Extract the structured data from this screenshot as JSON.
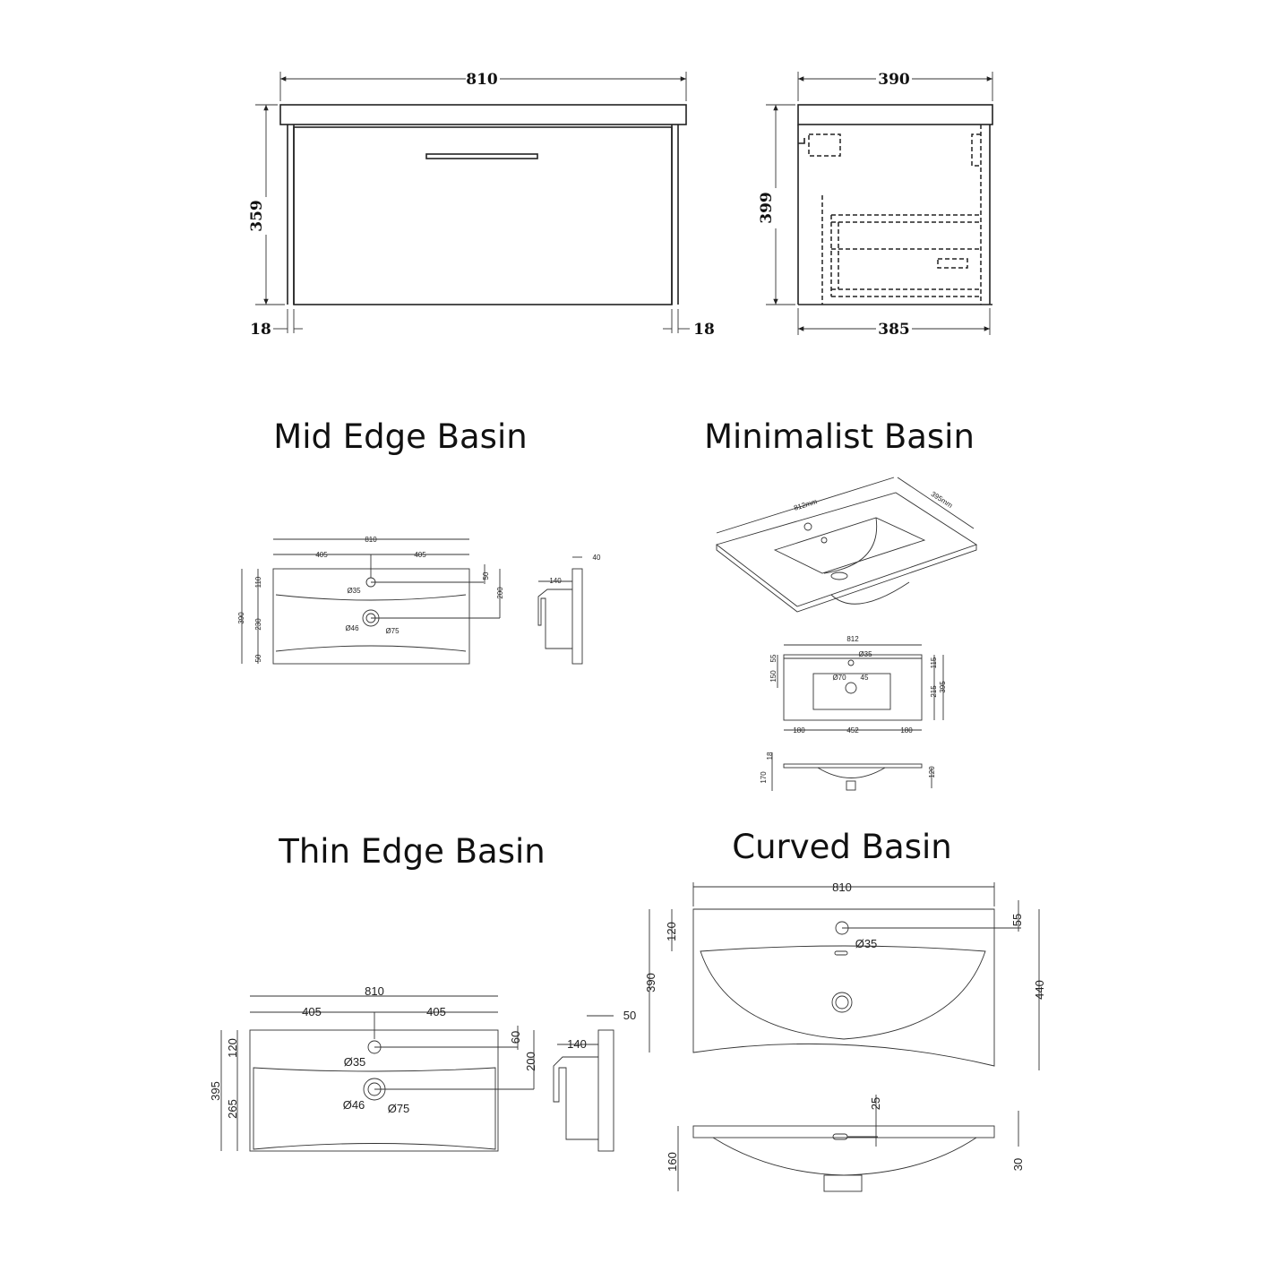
{
  "cabinet_front": {
    "width": "810",
    "height": "359",
    "leg_left": "18",
    "leg_right": "18"
  },
  "cabinet_side": {
    "depth_top": "390",
    "height": "399",
    "depth_bottom": "385"
  },
  "mid_edge": {
    "title": "Mid Edge Basin",
    "w": "810",
    "half_l": "405",
    "half_r": "405",
    "h": "390",
    "d110": "110",
    "d230": "230",
    "d50l": "50",
    "d50r": "50",
    "d200": "200",
    "tap": "Ø35",
    "waste_in": "Ø46",
    "waste_out": "Ø75",
    "side_depth": "140",
    "side_thk": "40"
  },
  "minimalist": {
    "title": "Minimalist Basin",
    "iso_w": "812mm",
    "iso_d": "395mm",
    "w": "812",
    "tap": "Ø35",
    "waste": "Ø70",
    "waste2": "45",
    "d55": "55",
    "d150": "150",
    "d115": "115",
    "d215": "215",
    "d395": "395",
    "b180l": "180",
    "b452": "452",
    "b180r": "180",
    "s18": "18",
    "s170": "170",
    "s120": "120"
  },
  "thin_edge": {
    "title": "Thin Edge Basin",
    "w": "810",
    "half_l": "405",
    "half_r": "405",
    "h": "395",
    "d120": "120",
    "d265": "265",
    "d60": "60",
    "d200": "200",
    "tap": "Ø35",
    "waste_in": "Ø46",
    "waste_out": "Ø75",
    "side_depth": "140",
    "side_thk": "50"
  },
  "curved": {
    "title": "Curved Basin",
    "w": "810",
    "d120": "120",
    "d390": "390",
    "d55": "55",
    "d440": "440",
    "tap": "Ø35",
    "s25": "25",
    "s160": "160",
    "s30": "30"
  }
}
